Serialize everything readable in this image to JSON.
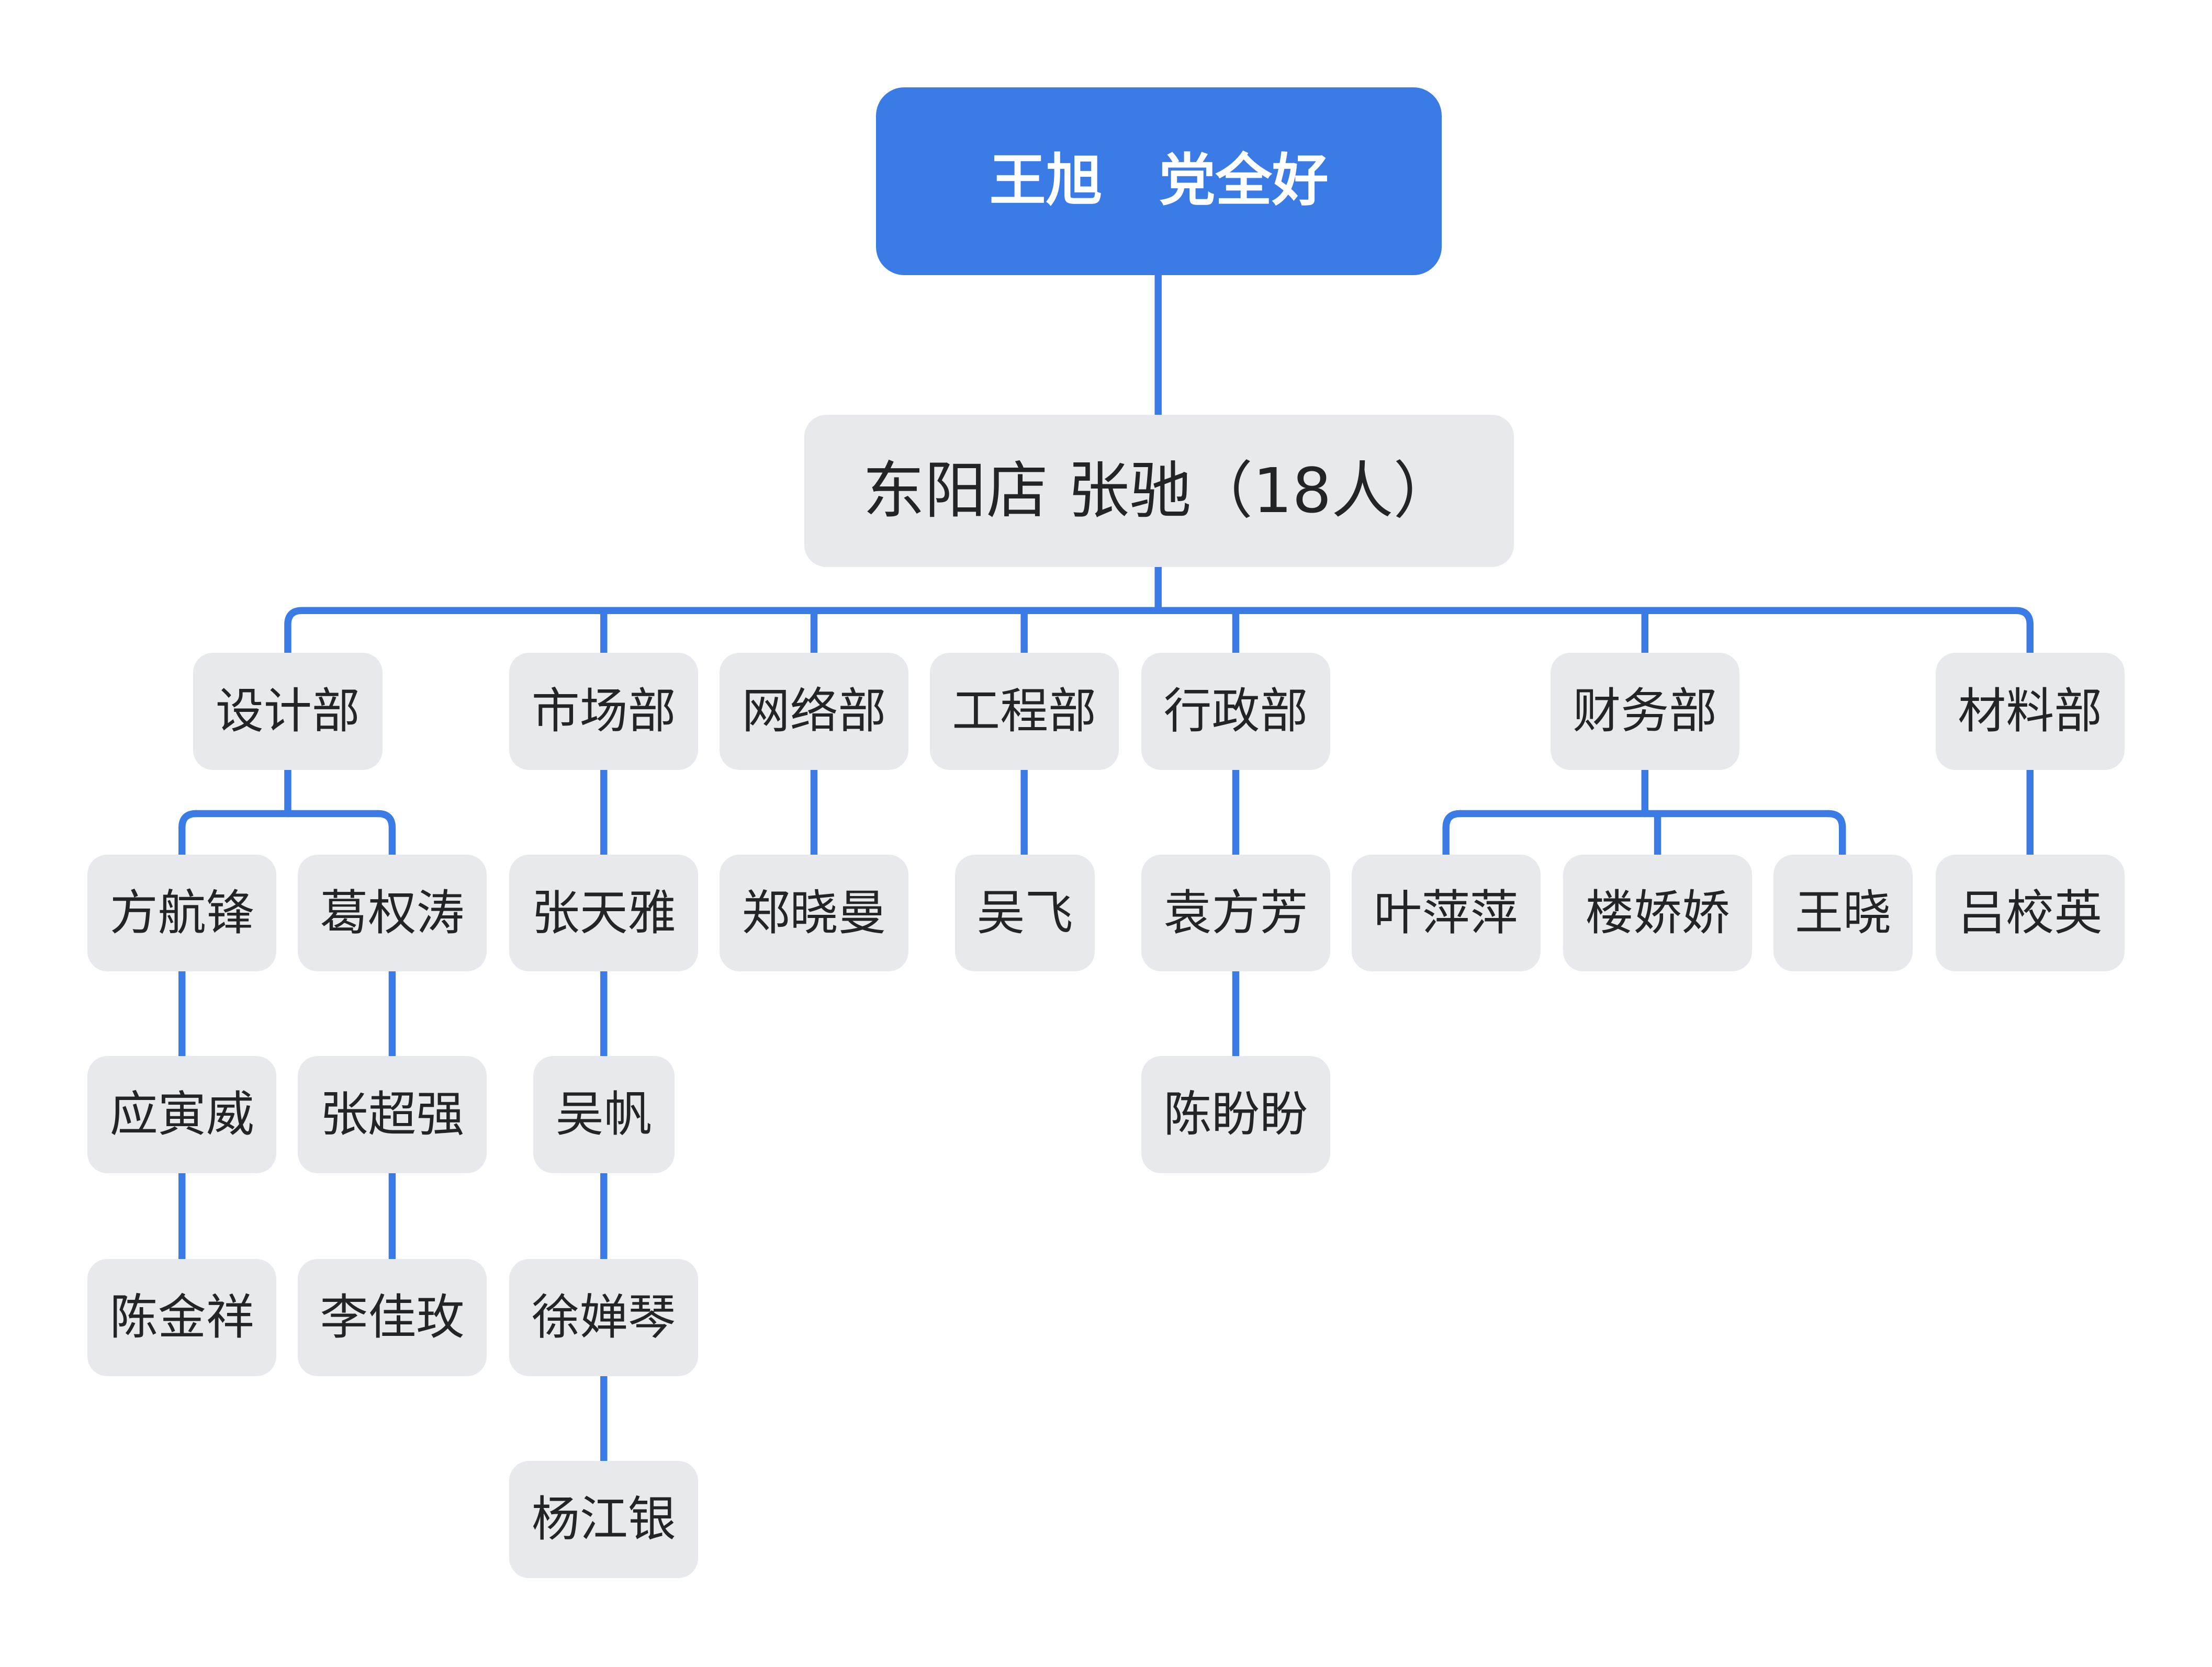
{
  "root": {
    "label": "王旭　党全好"
  },
  "store": {
    "label": "东阳店 张驰（18人）"
  },
  "departments": [
    {
      "id": "design",
      "label": "设计部",
      "members": [
        "方航锋",
        "葛权涛",
        "应寅威",
        "张超强",
        "陈金祥",
        "李佳玫"
      ]
    },
    {
      "id": "market",
      "label": "市场部",
      "members": [
        "张天雅",
        "吴帆",
        "徐婵琴",
        "杨江银"
      ]
    },
    {
      "id": "network",
      "label": "网络部",
      "members": [
        "郑晓曼"
      ]
    },
    {
      "id": "engineering",
      "label": "工程部",
      "members": [
        "吴飞"
      ]
    },
    {
      "id": "admin",
      "label": "行政部",
      "members": [
        "袁方芳",
        "陈盼盼"
      ]
    },
    {
      "id": "finance",
      "label": "财务部",
      "members": [
        "叶萍萍",
        "楼娇娇",
        "王晓"
      ]
    },
    {
      "id": "material",
      "label": "材料部",
      "members": [
        "吕校英"
      ]
    }
  ],
  "colors": {
    "accent": "#3b7be6",
    "node_fill": "#e7e9ec",
    "text": "#222426",
    "root_text": "#ffffff"
  }
}
